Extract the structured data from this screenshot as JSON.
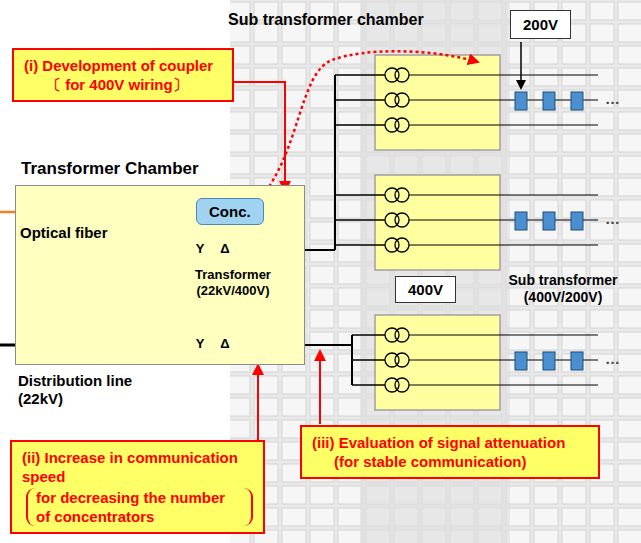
{
  "diagram": {
    "nodes": [
      {
        "text": [
          "(i) Development of coupler",
          "〔 for 400V wiring〕"
        ]
      },
      {
        "text": [
          "Transformer Chamber"
        ]
      },
      {
        "text": [
          "Conc."
        ],
        "in": 1
      },
      {
        "text": [
          "200V"
        ]
      },
      {
        "text": [
          "400V"
        ]
      },
      {
        "text": [
          "(ii) Increase in communication speed",
          "for decreasing the number of concentrators"
        ]
      },
      {
        "text": [
          "(iii) Evaluation of signal attenuation",
          "(for stable communication)"
        ]
      }
    ],
    "edges": [
      {
        "from": 5,
        "to": 1,
        "arrow": "to"
      }
    ],
    "labels": [
      "Sub transformer chamber",
      "Optical fiber",
      "Transformer (22kV/400V)",
      "Distribution line (22kV)",
      "Sub transformer (400V/200V)",
      "Y",
      "Δ",
      "Y",
      "Δ",
      "…",
      "…",
      "…"
    ]
  }
}
